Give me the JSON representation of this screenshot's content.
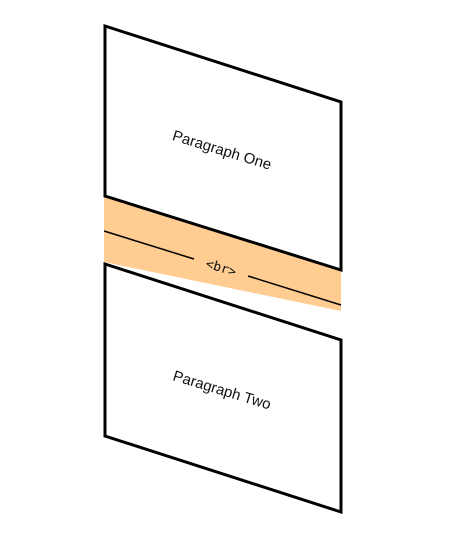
{
  "diagram": {
    "paragraph_one": {
      "label": "Paragraph One"
    },
    "line_break": {
      "label": "<br>"
    },
    "paragraph_two": {
      "label": "Paragraph Two"
    }
  },
  "colors": {
    "paragraph_fill": "#ffffff",
    "stroke": "#000000",
    "break_band": "#ffcc92"
  }
}
